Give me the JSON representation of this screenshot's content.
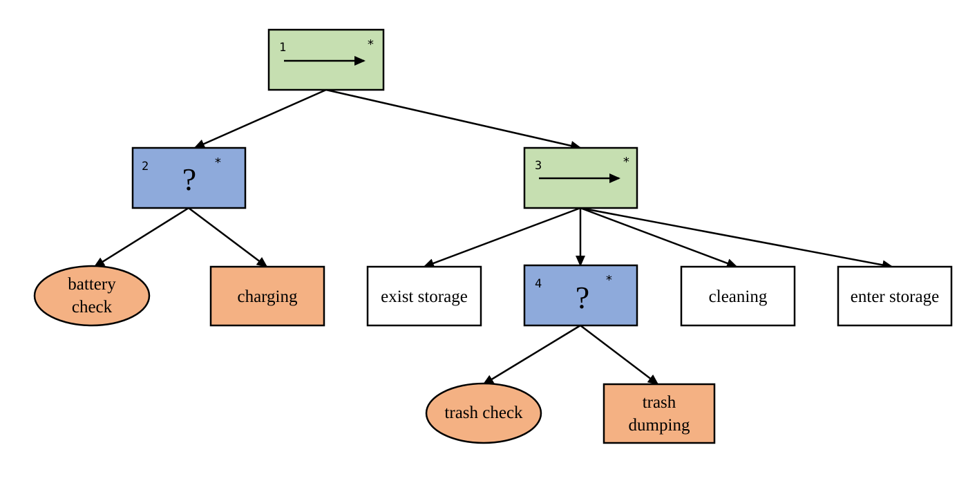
{
  "colors": {
    "sequence": "#c6dfb1",
    "fallback": "#8eaadb",
    "leaf_action": "#f4b183",
    "leaf_plain": "#ffffff",
    "stroke": "#000000"
  },
  "nodes": {
    "n1": {
      "number": "1",
      "star": "*",
      "kind": "sequence"
    },
    "n2": {
      "number": "2",
      "star": "*",
      "kind": "fallback",
      "symbol": "?"
    },
    "n3": {
      "number": "3",
      "star": "*",
      "kind": "sequence"
    },
    "n4": {
      "number": "4",
      "star": "*",
      "kind": "fallback",
      "symbol": "?"
    },
    "battery_check": {
      "line1": "battery",
      "line2": "check",
      "shape": "ellipse"
    },
    "charging": {
      "label": "charging",
      "shape": "rect"
    },
    "exist_storage": {
      "label": "exist storage",
      "shape": "rect"
    },
    "cleaning": {
      "label": "cleaning",
      "shape": "rect"
    },
    "enter_storage": {
      "label": "enter storage",
      "shape": "rect"
    },
    "trash_check": {
      "label": "trash check",
      "shape": "ellipse"
    },
    "trash_dumping": {
      "line1": "trash",
      "line2": "dumping",
      "shape": "rect"
    }
  }
}
